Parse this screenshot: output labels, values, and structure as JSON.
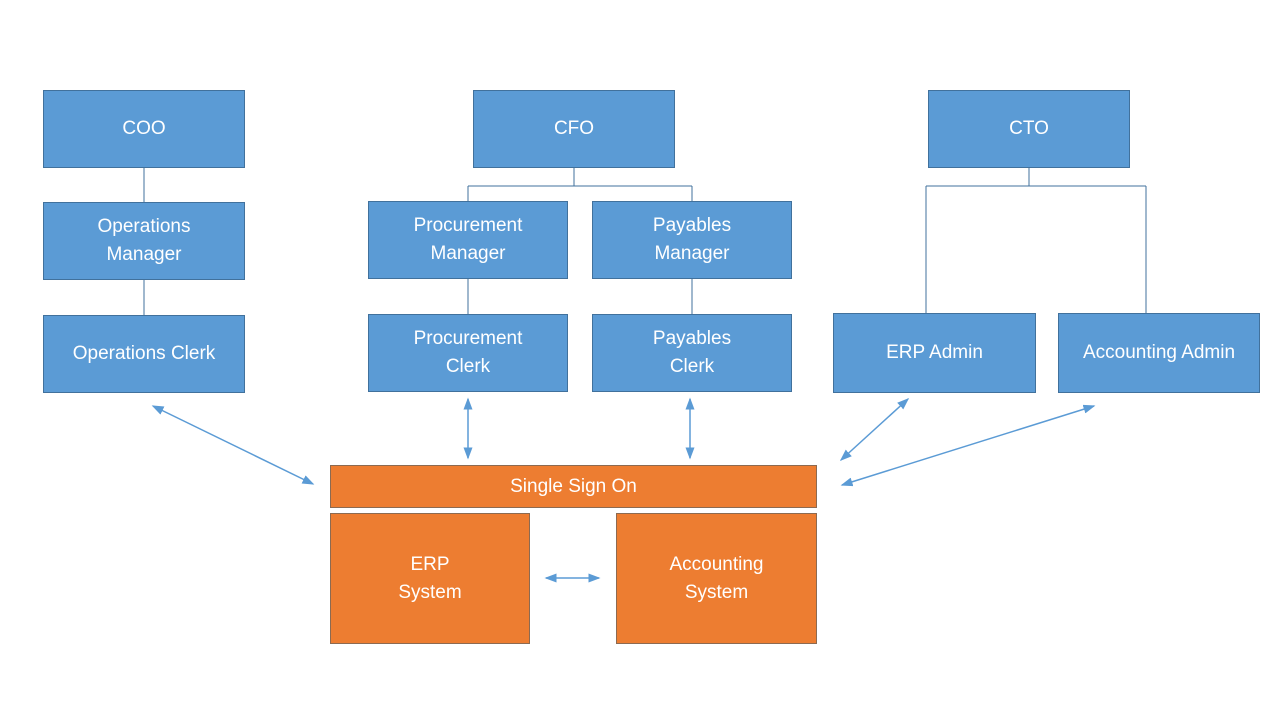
{
  "diagram": {
    "type": "org-access-diagram",
    "description": "Org chart of roles connected by double-headed arrows to a Single Sign On layer over ERP and Accounting systems"
  },
  "org": {
    "coo": {
      "label": "COO"
    },
    "operations_manager": {
      "label": "Operations\nManager"
    },
    "operations_clerk": {
      "label": "Operations Clerk"
    },
    "cfo": {
      "label": "CFO"
    },
    "procurement_manager": {
      "label": "Procurement\nManager"
    },
    "payables_manager": {
      "label": "Payables\nManager"
    },
    "procurement_clerk": {
      "label": "Procurement\nClerk"
    },
    "payables_clerk": {
      "label": "Payables\nClerk"
    },
    "cto": {
      "label": "CTO"
    },
    "erp_admin": {
      "label": "ERP Admin"
    },
    "accounting_admin": {
      "label": "Accounting Admin"
    }
  },
  "systems": {
    "sso": {
      "label": "Single Sign On"
    },
    "erp": {
      "label": "ERP\nSystem"
    },
    "accounting": {
      "label": "Accounting\nSystem"
    }
  },
  "relations": {
    "hierarchy": [
      "COO > Operations Manager > Operations Clerk",
      "CFO > Procurement Manager > Procurement Clerk",
      "CFO > Payables Manager > Payables Clerk",
      "CTO > ERP Admin",
      "CTO > Accounting Admin"
    ],
    "sso_links": [
      "Operations Clerk <-> Single Sign On",
      "Procurement Clerk <-> Single Sign On",
      "Payables Clerk <-> Single Sign On",
      "ERP Admin <-> Single Sign On",
      "Accounting Admin <-> Single Sign On",
      "ERP System <-> Accounting System"
    ]
  },
  "colors": {
    "role_fill": "#5b9bd5",
    "role_border": "#41719c",
    "system_fill": "#ed7d31",
    "system_border": "#8c6a51",
    "connector": "#41719c",
    "arrow": "#5b9bd5",
    "text": "#ffffff",
    "background": "#ffffff"
  }
}
